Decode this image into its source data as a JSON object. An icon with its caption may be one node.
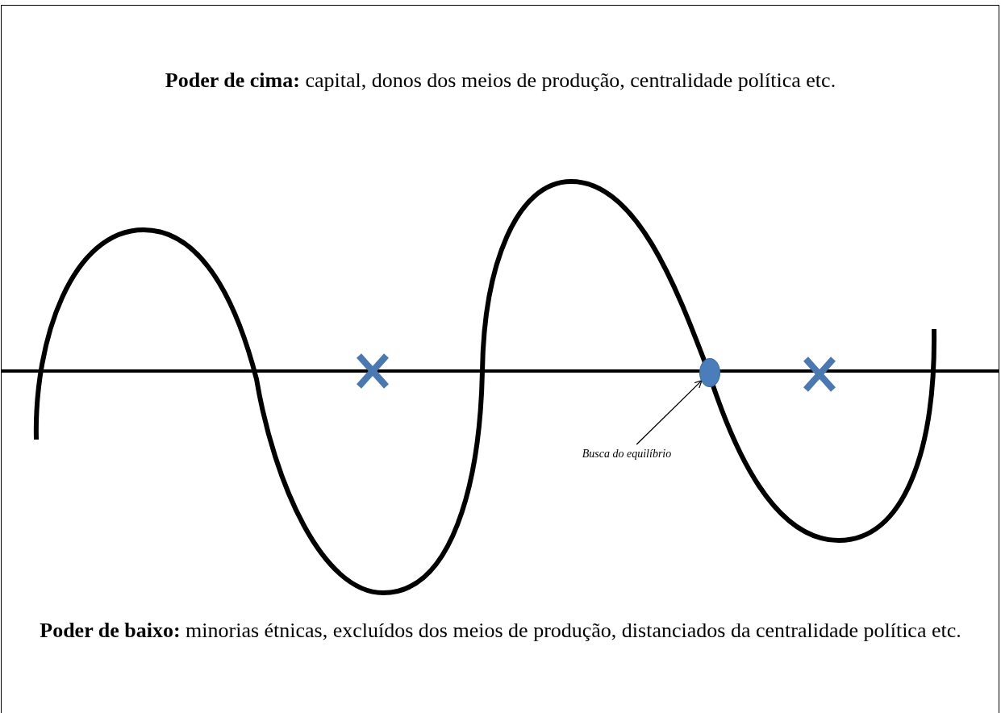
{
  "diagram": {
    "nodes": [
      {
        "text": [
          "Busca do equilíbrio"
        ]
      },
      {
        "text": [],
        "shape": "circle"
      }
    ],
    "edges": [
      {
        "from": 0,
        "to": 1,
        "arrow": "to"
      }
    ],
    "labels": [
      "**Poder de cima:** capital, donos dos meios de produção, centralidade política etc.",
      "**Poder de baixo:** minorias étnicas, excluídos dos meios de produção, distanciados da centralidade política etc."
    ]
  }
}
